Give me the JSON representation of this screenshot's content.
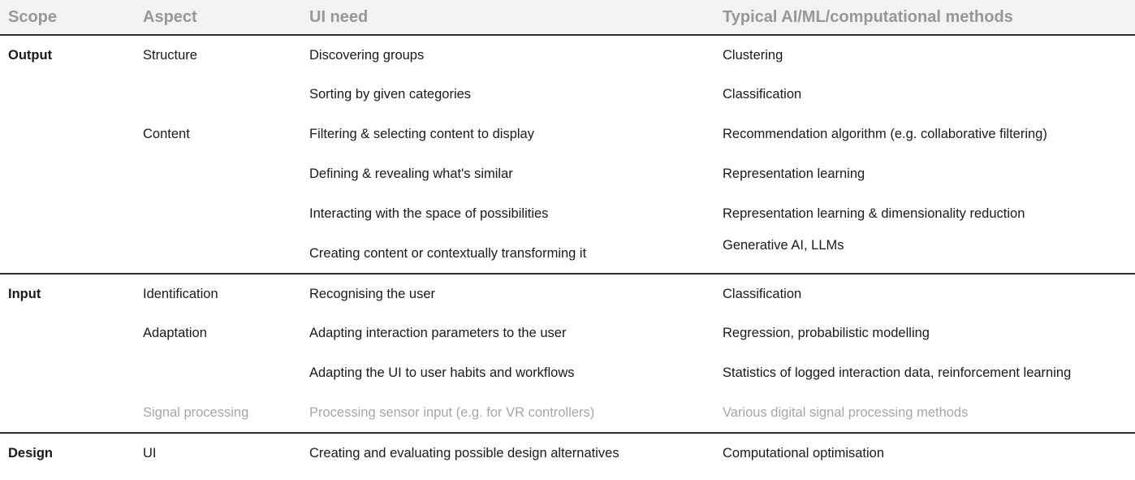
{
  "table": {
    "columns": [
      "Scope",
      "Aspect",
      "UI need",
      "Typical AI/ML/computational methods"
    ],
    "colors": {
      "header_bg": "#f2f2f2",
      "header_text": "#979797",
      "body_text": "#1a1a1a",
      "muted_text": "#a6a6a6",
      "rule": "#2f2f2f"
    },
    "sections": [
      {
        "name": "Output",
        "rows": [
          {
            "scope": "Output",
            "aspect": "Structure",
            "need": "Discovering groups",
            "method": "Clustering",
            "muted": false
          },
          {
            "scope": "",
            "aspect": "",
            "need": "Sorting by given categories",
            "method": "Classification",
            "muted": false
          },
          {
            "scope": "",
            "aspect": "Content",
            "need": "Filtering & selecting content to display",
            "method": "Recommendation algorithm (e.g. collaborative filtering)",
            "muted": false
          },
          {
            "scope": "",
            "aspect": "",
            "need": "Defining & revealing what's similar",
            "method": "Representation learning",
            "muted": false
          },
          {
            "scope": "",
            "aspect": "",
            "need": "Interacting with the space of possibilities",
            "method": "Representation learning & dimensionality reduction",
            "muted": false
          },
          {
            "scope": "",
            "aspect": "",
            "need": "Creating content or contextually transforming it",
            "method": "Generative AI, LLMs",
            "muted": false
          }
        ]
      },
      {
        "name": "Input",
        "rows": [
          {
            "scope": "Input",
            "aspect": "Identification",
            "need": "Recognising the user",
            "method": "Classification",
            "muted": false
          },
          {
            "scope": "",
            "aspect": "Adaptation",
            "need": "Adapting interaction parameters to the user",
            "method": "Regression, probabilistic modelling",
            "muted": false
          },
          {
            "scope": "",
            "aspect": "",
            "need": "Adapting the UI to user habits and workflows",
            "method": "Statistics of logged interaction data, reinforcement learning",
            "muted": false
          },
          {
            "scope": "",
            "aspect": "Signal processing",
            "need": "Processing sensor input (e.g. for VR controllers)",
            "method": "Various digital signal processing methods",
            "muted": true
          }
        ]
      },
      {
        "name": "Design",
        "rows": [
          {
            "scope": "Design",
            "aspect": "UI",
            "need": "Creating and evaluating possible design alternatives",
            "method": "Computational optimisation",
            "muted": false
          }
        ]
      }
    ]
  }
}
